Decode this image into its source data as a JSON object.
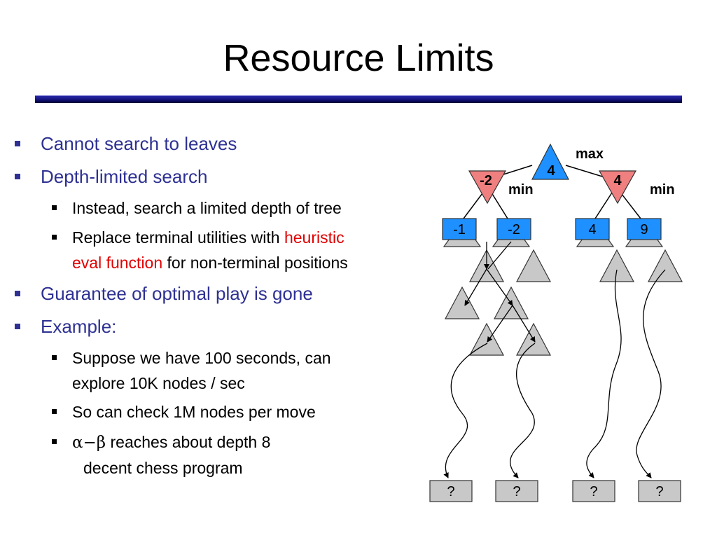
{
  "slide": {
    "title": "Resource Limits",
    "bullets": [
      {
        "text": "Cannot search to leaves"
      },
      {
        "text": "Depth-limited search"
      },
      {
        "text": "Instead, search a limited depth of tree"
      },
      {
        "text_before": "Replace terminal utilities with ",
        "highlight_1": "heuristic",
        "highlight_2": "eval function",
        "text_after": " for non-terminal positions"
      },
      {
        "text": "Guarantee of optimal play is gone"
      },
      {
        "text": "Example:"
      },
      {
        "line1": "Suppose we have 100 seconds, can",
        "line2": "explore 10K nodes / sec"
      },
      {
        "text": "So can check 1M nodes per move"
      },
      {
        "symbol": "α−β",
        "line1": " reaches about depth 8",
        "line2": "decent chess program"
      }
    ],
    "colors": {
      "level1_text": "#2e3192",
      "level2_text": "#000000",
      "highlight": "#e00000",
      "max_node": "#1e90ff",
      "min_node": "#f08080",
      "value_box": "#1e90ff",
      "grey_triangle": "#c8c8c8",
      "leaf_box": "#c8c8c8"
    }
  },
  "tree": {
    "root_value": "4",
    "root_label": "max",
    "min_nodes": [
      {
        "value": "-2",
        "label": "min"
      },
      {
        "value": "4",
        "label": "min"
      }
    ],
    "eval_values": [
      "-1",
      "-2",
      "4",
      "9"
    ],
    "leaf_values": [
      "?",
      "?",
      "?",
      "?"
    ]
  }
}
